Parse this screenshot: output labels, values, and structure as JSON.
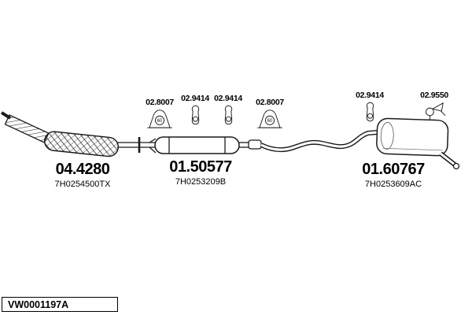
{
  "page": {
    "drawing_code": "VW0001197A"
  },
  "assemblies": [
    {
      "code": "04.4280",
      "oem": "7H0254500TX"
    },
    {
      "code": "01.50577",
      "oem": "7H0253209B"
    },
    {
      "code": "01.60767",
      "oem": "7H0253609AC"
    }
  ],
  "hardware": [
    {
      "code": "02.8007",
      "badge": "60"
    },
    {
      "code": "02.9414"
    },
    {
      "code": "02.9414"
    },
    {
      "code": "02.8007",
      "badge": "60"
    },
    {
      "code": "02.9414"
    },
    {
      "code": "02.9550"
    }
  ]
}
